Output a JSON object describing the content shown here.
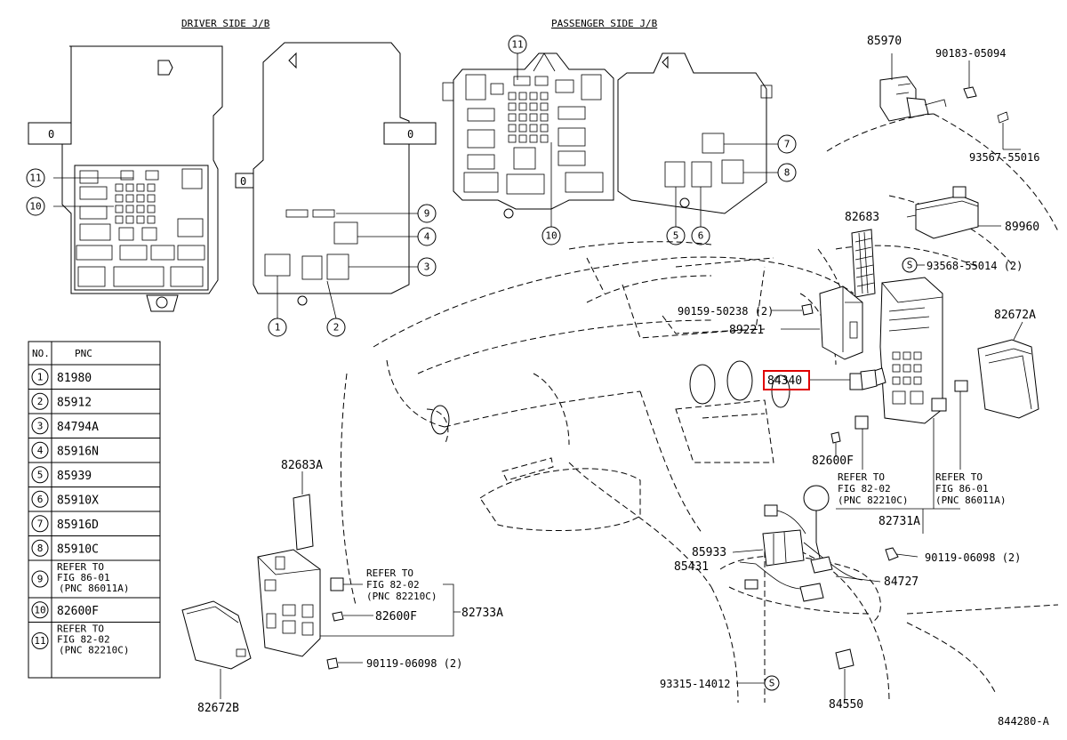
{
  "headers": {
    "driver": "DRIVER SIDE J/B",
    "passenger": "PASSENGER SIDE J/B"
  },
  "callouts": {
    "driver_9": "9",
    "driver_4": "4",
    "driver_3": "3",
    "driver_1": "1",
    "driver_2": "2",
    "driver_11": "11",
    "driver_10": "10",
    "pass_11": "11",
    "pass_10": "10",
    "pass_7": "7",
    "pass_8": "8",
    "pass_5": "5",
    "pass_6": "6"
  },
  "table": {
    "col_no": "NO.",
    "col_pnc": "PNC",
    "rows": [
      {
        "no": "1",
        "pnc": [
          "81980"
        ]
      },
      {
        "no": "2",
        "pnc": [
          "85912"
        ]
      },
      {
        "no": "3",
        "pnc": [
          "84794A"
        ]
      },
      {
        "no": "4",
        "pnc": [
          "85916N"
        ]
      },
      {
        "no": "5",
        "pnc": [
          "85939"
        ]
      },
      {
        "no": "6",
        "pnc": [
          "85910X"
        ]
      },
      {
        "no": "7",
        "pnc": [
          "85916D"
        ]
      },
      {
        "no": "8",
        "pnc": [
          "85910C"
        ]
      },
      {
        "no": "9",
        "pnc": [
          "REFER TO",
          "FIG 86-01",
          "(PNC 86011A)"
        ]
      },
      {
        "no": "10",
        "pnc": [
          "82600F"
        ]
      },
      {
        "no": "11",
        "pnc": [
          "REFER TO",
          "FIG 82-02",
          "(PNC 82210C)"
        ]
      }
    ]
  },
  "labels": {
    "p85970": "85970",
    "p90183": "90183-05094",
    "p93567": "93567-55016",
    "p89960": "89960",
    "p82683": "82683",
    "p93568": "93568-55014 (2)",
    "s_mark": "S",
    "p82672A": "82672A",
    "p90159": "90159-50238 (2)",
    "p89221": "89221",
    "p84340": "84340",
    "p82600F_r": "82600F",
    "refer_l_1": "REFER TO",
    "refer_l_2": "FIG 82-02",
    "refer_l_3": "(PNC 82210C)",
    "refer_r_1": "REFER TO",
    "refer_r_2": "FIG 86-01",
    "refer_r_3": "(PNC 86011A)",
    "p82731A": "82731A",
    "p90119_r": "90119-06098 (2)",
    "p85933": "85933",
    "p85431": "85431",
    "p84727": "84727",
    "p93315": "93315-14012",
    "p84550": "84550",
    "fig_id": "844280-A",
    "p82683A": "82683A",
    "refer_m_1": "REFER TO",
    "refer_m_2": "FIG 82-02",
    "refer_m_3": "(PNC 82210C)",
    "p82600F_m": "82600F",
    "p82733A": "82733A",
    "p90119_m": "90119-06098 (2)",
    "p82672B": "82672B"
  },
  "highlight_color": "#e00000"
}
